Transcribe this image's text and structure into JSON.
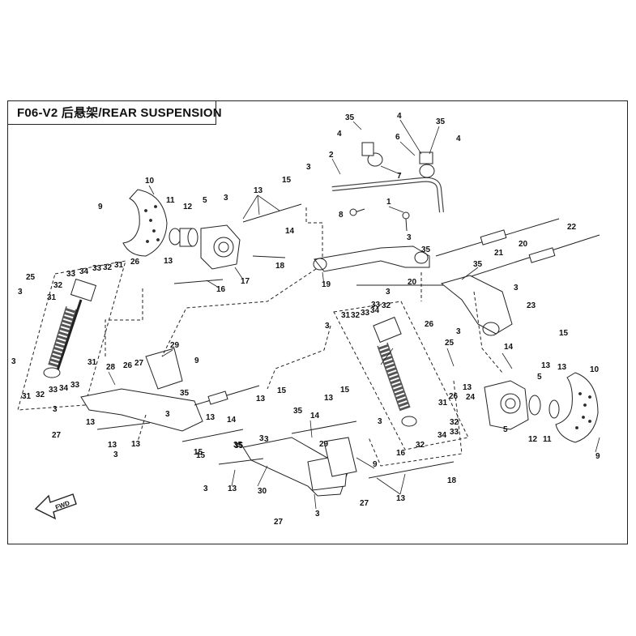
{
  "title": "F06-V2 后悬架/REAR SUSPENSION",
  "fwd_label": "FWD",
  "callouts": [
    {
      "id": "c1",
      "label": "35"
    },
    {
      "id": "c2",
      "label": "4"
    },
    {
      "id": "c3",
      "label": "4"
    },
    {
      "id": "c4",
      "label": "35"
    },
    {
      "id": "c5",
      "label": "6"
    },
    {
      "id": "c6",
      "label": "4"
    },
    {
      "id": "c7",
      "label": "2"
    },
    {
      "id": "c8",
      "label": "7"
    },
    {
      "id": "c9",
      "label": "3"
    },
    {
      "id": "c10",
      "label": "15"
    },
    {
      "id": "c11",
      "label": "10"
    },
    {
      "id": "c12",
      "label": "9"
    },
    {
      "id": "c13",
      "label": "11"
    },
    {
      "id": "c14",
      "label": "12"
    },
    {
      "id": "c15",
      "label": "5"
    },
    {
      "id": "c16",
      "label": "3"
    },
    {
      "id": "c17",
      "label": "13"
    },
    {
      "id": "c18",
      "label": "1"
    },
    {
      "id": "c19",
      "label": "8"
    },
    {
      "id": "c20",
      "label": "14"
    },
    {
      "id": "c21",
      "label": "3"
    },
    {
      "id": "c22",
      "label": "22"
    },
    {
      "id": "c23",
      "label": "20"
    },
    {
      "id": "c24",
      "label": "35"
    },
    {
      "id": "c25",
      "label": "18"
    },
    {
      "id": "c26",
      "label": "21"
    },
    {
      "id": "c27",
      "label": "25"
    },
    {
      "id": "c28",
      "label": "33"
    },
    {
      "id": "c29",
      "label": "34"
    },
    {
      "id": "c30",
      "label": "33"
    },
    {
      "id": "c31",
      "label": "32"
    },
    {
      "id": "c32",
      "label": "31"
    },
    {
      "id": "c33",
      "label": "26"
    },
    {
      "id": "c34",
      "label": "13"
    },
    {
      "id": "c35",
      "label": "17"
    },
    {
      "id": "c36",
      "label": "19"
    },
    {
      "id": "c37",
      "label": "35"
    },
    {
      "id": "c38",
      "label": "32"
    },
    {
      "id": "c39",
      "label": "3"
    },
    {
      "id": "c40",
      "label": "31"
    },
    {
      "id": "c41",
      "label": "16"
    },
    {
      "id": "c42",
      "label": "20"
    },
    {
      "id": "c43",
      "label": "3"
    },
    {
      "id": "c44",
      "label": "23"
    },
    {
      "id": "c45",
      "label": "3"
    },
    {
      "id": "c46",
      "label": "31"
    },
    {
      "id": "c47",
      "label": "32"
    },
    {
      "id": "c48",
      "label": "33"
    },
    {
      "id": "c49",
      "label": "34"
    },
    {
      "id": "c50",
      "label": "33"
    },
    {
      "id": "c51",
      "label": "32"
    },
    {
      "id": "c52",
      "label": "26"
    },
    {
      "id": "c53",
      "label": "15"
    },
    {
      "id": "c54",
      "label": "3"
    },
    {
      "id": "c55",
      "label": "25"
    },
    {
      "id": "c56",
      "label": "3"
    },
    {
      "id": "c57",
      "label": "14"
    },
    {
      "id": "c58",
      "label": "3"
    },
    {
      "id": "c59",
      "label": "29"
    },
    {
      "id": "c60",
      "label": "31"
    },
    {
      "id": "c61",
      "label": "13"
    },
    {
      "id": "c62",
      "label": "26"
    },
    {
      "id": "c63",
      "label": "27"
    },
    {
      "id": "c64",
      "label": "9"
    },
    {
      "id": "c65",
      "label": "5"
    },
    {
      "id": "c66",
      "label": "10"
    },
    {
      "id": "c67",
      "label": "31"
    },
    {
      "id": "c68",
      "label": "32"
    },
    {
      "id": "c69",
      "label": "33"
    },
    {
      "id": "c70",
      "label": "34"
    },
    {
      "id": "c71",
      "label": "33"
    },
    {
      "id": "c72",
      "label": "28"
    },
    {
      "id": "c73",
      "label": "3"
    },
    {
      "id": "c74",
      "label": "35"
    },
    {
      "id": "c75",
      "label": "13"
    },
    {
      "id": "c76",
      "label": "15"
    },
    {
      "id": "c77",
      "label": "13"
    },
    {
      "id": "c78",
      "label": "15"
    },
    {
      "id": "c79",
      "label": "13"
    },
    {
      "id": "c80",
      "label": "26"
    },
    {
      "id": "c81",
      "label": "24"
    },
    {
      "id": "c82",
      "label": "13"
    },
    {
      "id": "c83",
      "label": "3"
    },
    {
      "id": "c84",
      "label": "27"
    },
    {
      "id": "c85",
      "label": "14"
    },
    {
      "id": "c86",
      "label": "35"
    },
    {
      "id": "c87",
      "label": "3"
    },
    {
      "id": "c88",
      "label": "13"
    },
    {
      "id": "c89",
      "label": "3"
    },
    {
      "id": "c90",
      "label": "13"
    },
    {
      "id": "c91",
      "label": "15"
    },
    {
      "id": "c92",
      "label": "35"
    },
    {
      "id": "c93",
      "label": "14"
    },
    {
      "id": "c94",
      "label": "3"
    },
    {
      "id": "c95",
      "label": "31"
    },
    {
      "id": "c96",
      "label": "32"
    },
    {
      "id": "c97",
      "label": "33"
    },
    {
      "id": "c98",
      "label": "34"
    },
    {
      "id": "c99",
      "label": "32"
    },
    {
      "id": "c100",
      "label": "5"
    },
    {
      "id": "c101",
      "label": "12"
    },
    {
      "id": "c102",
      "label": "11"
    },
    {
      "id": "c103",
      "label": "9"
    },
    {
      "id": "c104",
      "label": "35"
    },
    {
      "id": "c105",
      "label": "3"
    },
    {
      "id": "c106",
      "label": "29"
    },
    {
      "id": "c107",
      "label": "9"
    },
    {
      "id": "c108",
      "label": "16"
    },
    {
      "id": "c109",
      "label": "3"
    },
    {
      "id": "c110",
      "label": "13"
    },
    {
      "id": "c111",
      "label": "30"
    },
    {
      "id": "c112",
      "label": "3"
    },
    {
      "id": "c113",
      "label": "27"
    },
    {
      "id": "c114",
      "label": "13"
    },
    {
      "id": "c115",
      "label": "18"
    },
    {
      "id": "c116",
      "label": "27"
    },
    {
      "id": "c117",
      "label": "13"
    },
    {
      "id": "c118",
      "label": "13"
    },
    {
      "id": "c119",
      "label": "15"
    }
  ]
}
